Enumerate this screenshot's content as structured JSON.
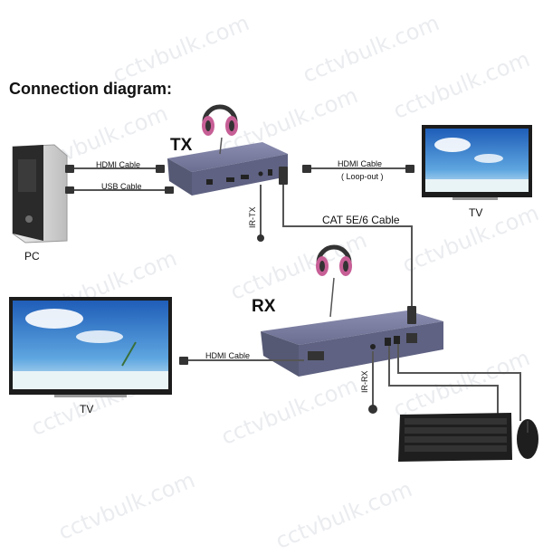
{
  "title": "Connection diagram:",
  "watermark": "cctvbulk.com",
  "devices": {
    "tx": "TX",
    "rx": "RX",
    "pc": "PC",
    "tv_top": "TV",
    "tv_left": "TV"
  },
  "cables": {
    "tx_hdmi_in": "HDMI Cable",
    "tx_usb": "USB Cable",
    "tx_hdmi_loop": "HDMI Cable",
    "tx_loop_note": "( Loop-out )",
    "cat": "CAT 5E/6 Cable",
    "rx_hdmi": "HDMI Cable"
  },
  "ports": {
    "ir_tx": "IR-TX",
    "ir_rx": "IR-RX"
  },
  "colors": {
    "device_body": "#6b6e90",
    "cable": "#555555",
    "sky": "#2f6fc6",
    "text": "#111111"
  }
}
